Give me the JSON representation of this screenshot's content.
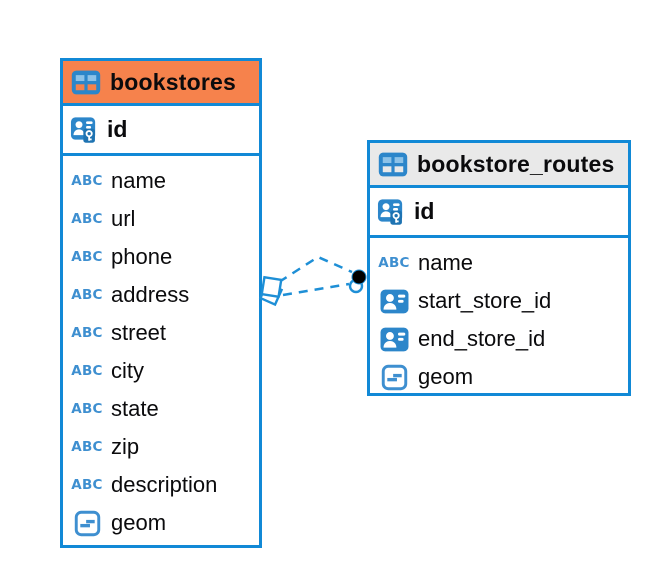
{
  "colors": {
    "canvas": "#FFFFFF",
    "table_border_blue": "#1189D6",
    "relationship_line_blue": "#1E8FD6",
    "header_orange": "#F6824C",
    "header_gray": "#E9E9E9",
    "icon_blue": "#2C86CA",
    "icon_blue_light": "#8CC2E8",
    "icon_key_panel_blue": "#1E73B2",
    "text": "#0B0B0D"
  },
  "icons": {
    "text_type_label": "ABC",
    "table_icon": "table-icon",
    "primary_key_icon": "person-key-icon",
    "reference_icon": "person-ref-icon",
    "geometry_icon": "geometry-type-icon"
  },
  "diagram": {
    "tables": [
      {
        "name": "bookstores",
        "header_style": "orange",
        "primary_key": {
          "name": "id",
          "icon": "person-key-icon"
        },
        "fields": [
          {
            "name": "name",
            "icon": "text-type-icon"
          },
          {
            "name": "url",
            "icon": "text-type-icon"
          },
          {
            "name": "phone",
            "icon": "text-type-icon"
          },
          {
            "name": "address",
            "icon": "text-type-icon"
          },
          {
            "name": "street",
            "icon": "text-type-icon"
          },
          {
            "name": "city",
            "icon": "text-type-icon"
          },
          {
            "name": "state",
            "icon": "text-type-icon"
          },
          {
            "name": "zip",
            "icon": "text-type-icon"
          },
          {
            "name": "description",
            "icon": "text-type-icon"
          },
          {
            "name": "geom",
            "icon": "geometry-type-icon"
          }
        ]
      },
      {
        "name": "bookstore_routes",
        "header_style": "gray",
        "primary_key": {
          "name": "id",
          "icon": "person-key-icon"
        },
        "fields": [
          {
            "name": "name",
            "icon": "text-type-icon"
          },
          {
            "name": "start_store_id",
            "icon": "person-ref-icon"
          },
          {
            "name": "end_store_id",
            "icon": "person-ref-icon"
          },
          {
            "name": "geom",
            "icon": "geometry-type-icon"
          }
        ]
      }
    ],
    "relationships": [
      {
        "from_table": "bookstores",
        "to_table": "bookstore_routes",
        "line_style": "dashed",
        "start_marker": "stacked-squares",
        "end_marker": "filled-dot"
      },
      {
        "from_table": "bookstores",
        "to_table": "bookstore_routes",
        "line_style": "dashed",
        "start_marker": "stacked-squares",
        "end_marker": "ring-dot"
      }
    ]
  }
}
